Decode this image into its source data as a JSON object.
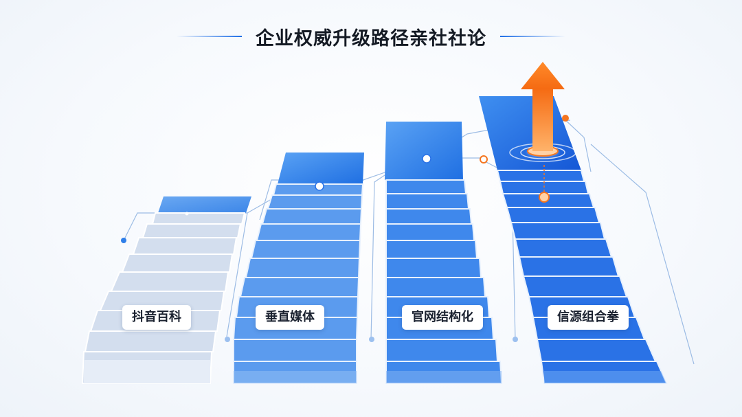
{
  "title": "企业权威升级路径亲社社论",
  "stages": [
    {
      "label": "抖音百科"
    },
    {
      "label": "垂直媒体"
    },
    {
      "label": "官网结构化"
    },
    {
      "label": "信源组合拳"
    }
  ],
  "colors": {
    "accent_blue": "#1e6ee6",
    "arrow_orange": "#f5751f",
    "stair_light": "#cbd9ec",
    "stair_blue": "#2f7fe9"
  },
  "icons": [
    "up-arrow-icon",
    "node-dot-icon",
    "target-ring-icon"
  ]
}
